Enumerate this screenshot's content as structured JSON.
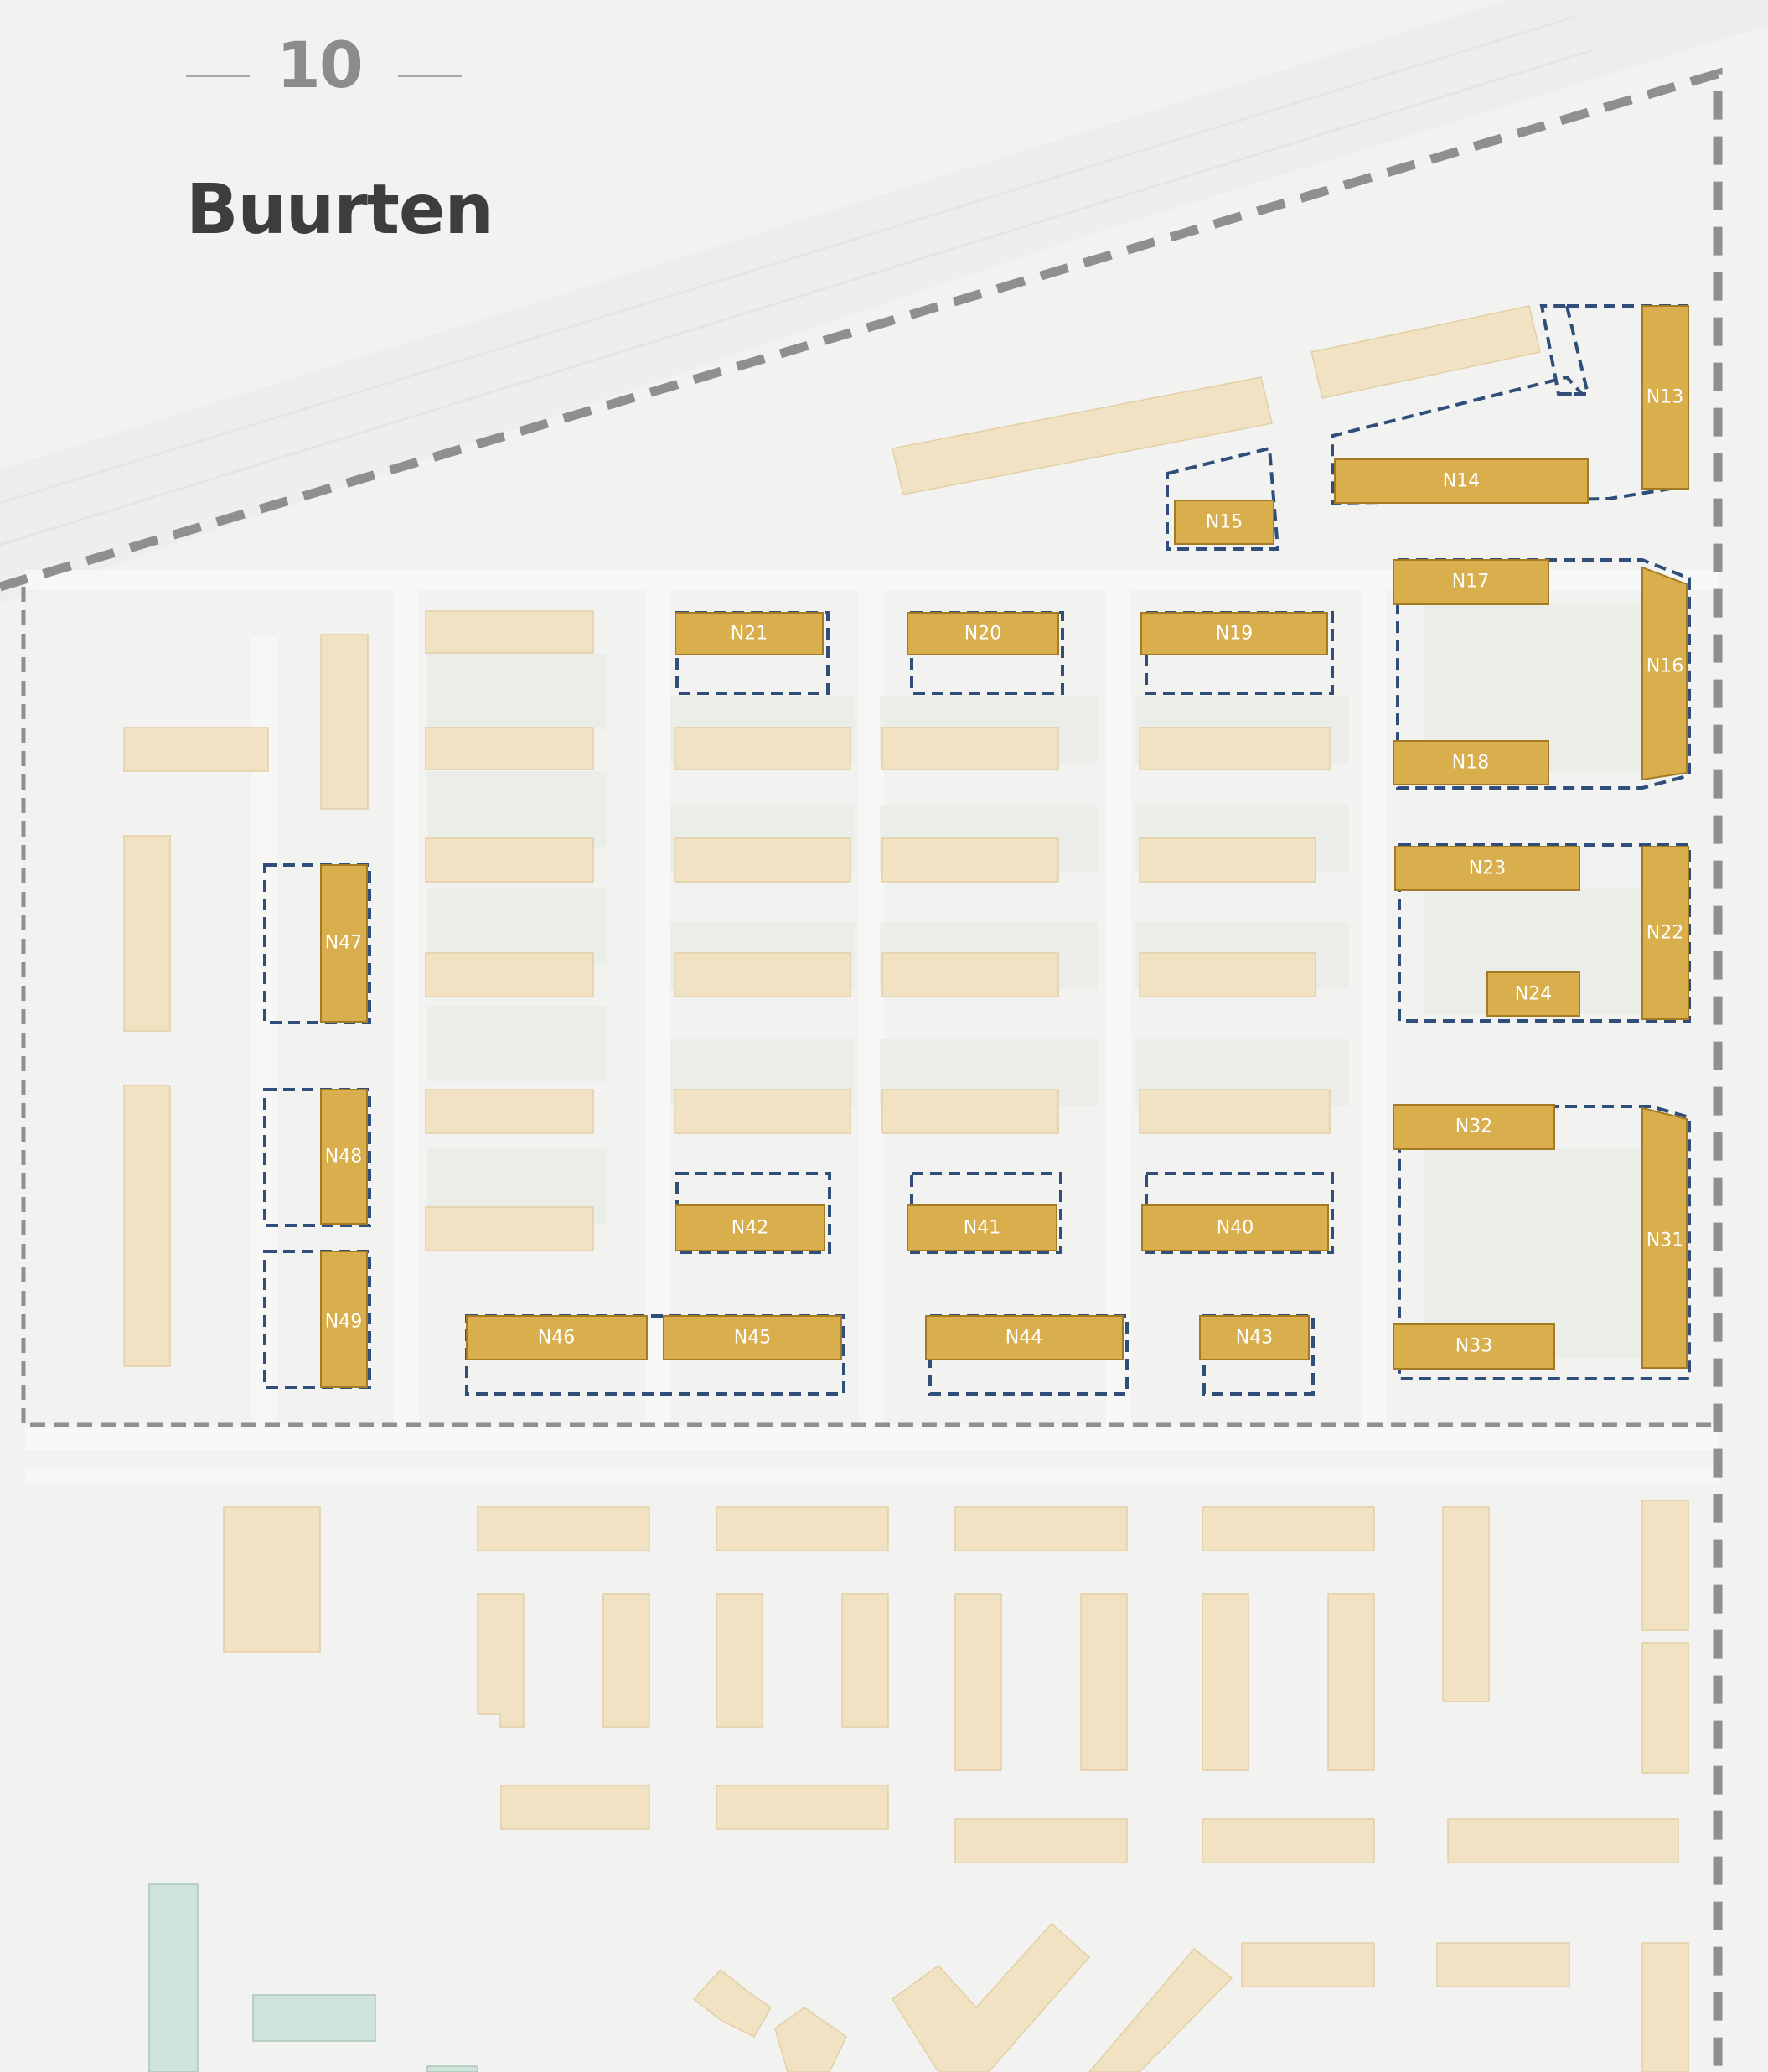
{
  "header": {
    "page_number": "10",
    "title": "Buurten"
  },
  "colors": {
    "background": "#f2f2f0",
    "building_existing": "#f1e2c3",
    "building_highlight": "#d9ae4d",
    "building_outline": "#b8862a",
    "district_boundary": "#8f8f8f",
    "block_outline": "#2f4f7a",
    "green_building": "#cfe3da"
  },
  "blocks": [
    {
      "id": "N13",
      "label": "N13"
    },
    {
      "id": "N14",
      "label": "N14"
    },
    {
      "id": "N15",
      "label": "N15"
    },
    {
      "id": "N16",
      "label": "N16"
    },
    {
      "id": "N17",
      "label": "N17"
    },
    {
      "id": "N18",
      "label": "N18"
    },
    {
      "id": "N19",
      "label": "N19"
    },
    {
      "id": "N20",
      "label": "N20"
    },
    {
      "id": "N21",
      "label": "N21"
    },
    {
      "id": "N22",
      "label": "N22"
    },
    {
      "id": "N23",
      "label": "N23"
    },
    {
      "id": "N24",
      "label": "N24"
    },
    {
      "id": "N31",
      "label": "N31"
    },
    {
      "id": "N32",
      "label": "N32"
    },
    {
      "id": "N33",
      "label": "N33"
    },
    {
      "id": "N40",
      "label": "N40"
    },
    {
      "id": "N41",
      "label": "N41"
    },
    {
      "id": "N42",
      "label": "N42"
    },
    {
      "id": "N43",
      "label": "N43"
    },
    {
      "id": "N44",
      "label": "N44"
    },
    {
      "id": "N45",
      "label": "N45"
    },
    {
      "id": "N46",
      "label": "N46"
    },
    {
      "id": "N47",
      "label": "N47"
    },
    {
      "id": "N48",
      "label": "N48"
    },
    {
      "id": "N49",
      "label": "N49"
    }
  ]
}
